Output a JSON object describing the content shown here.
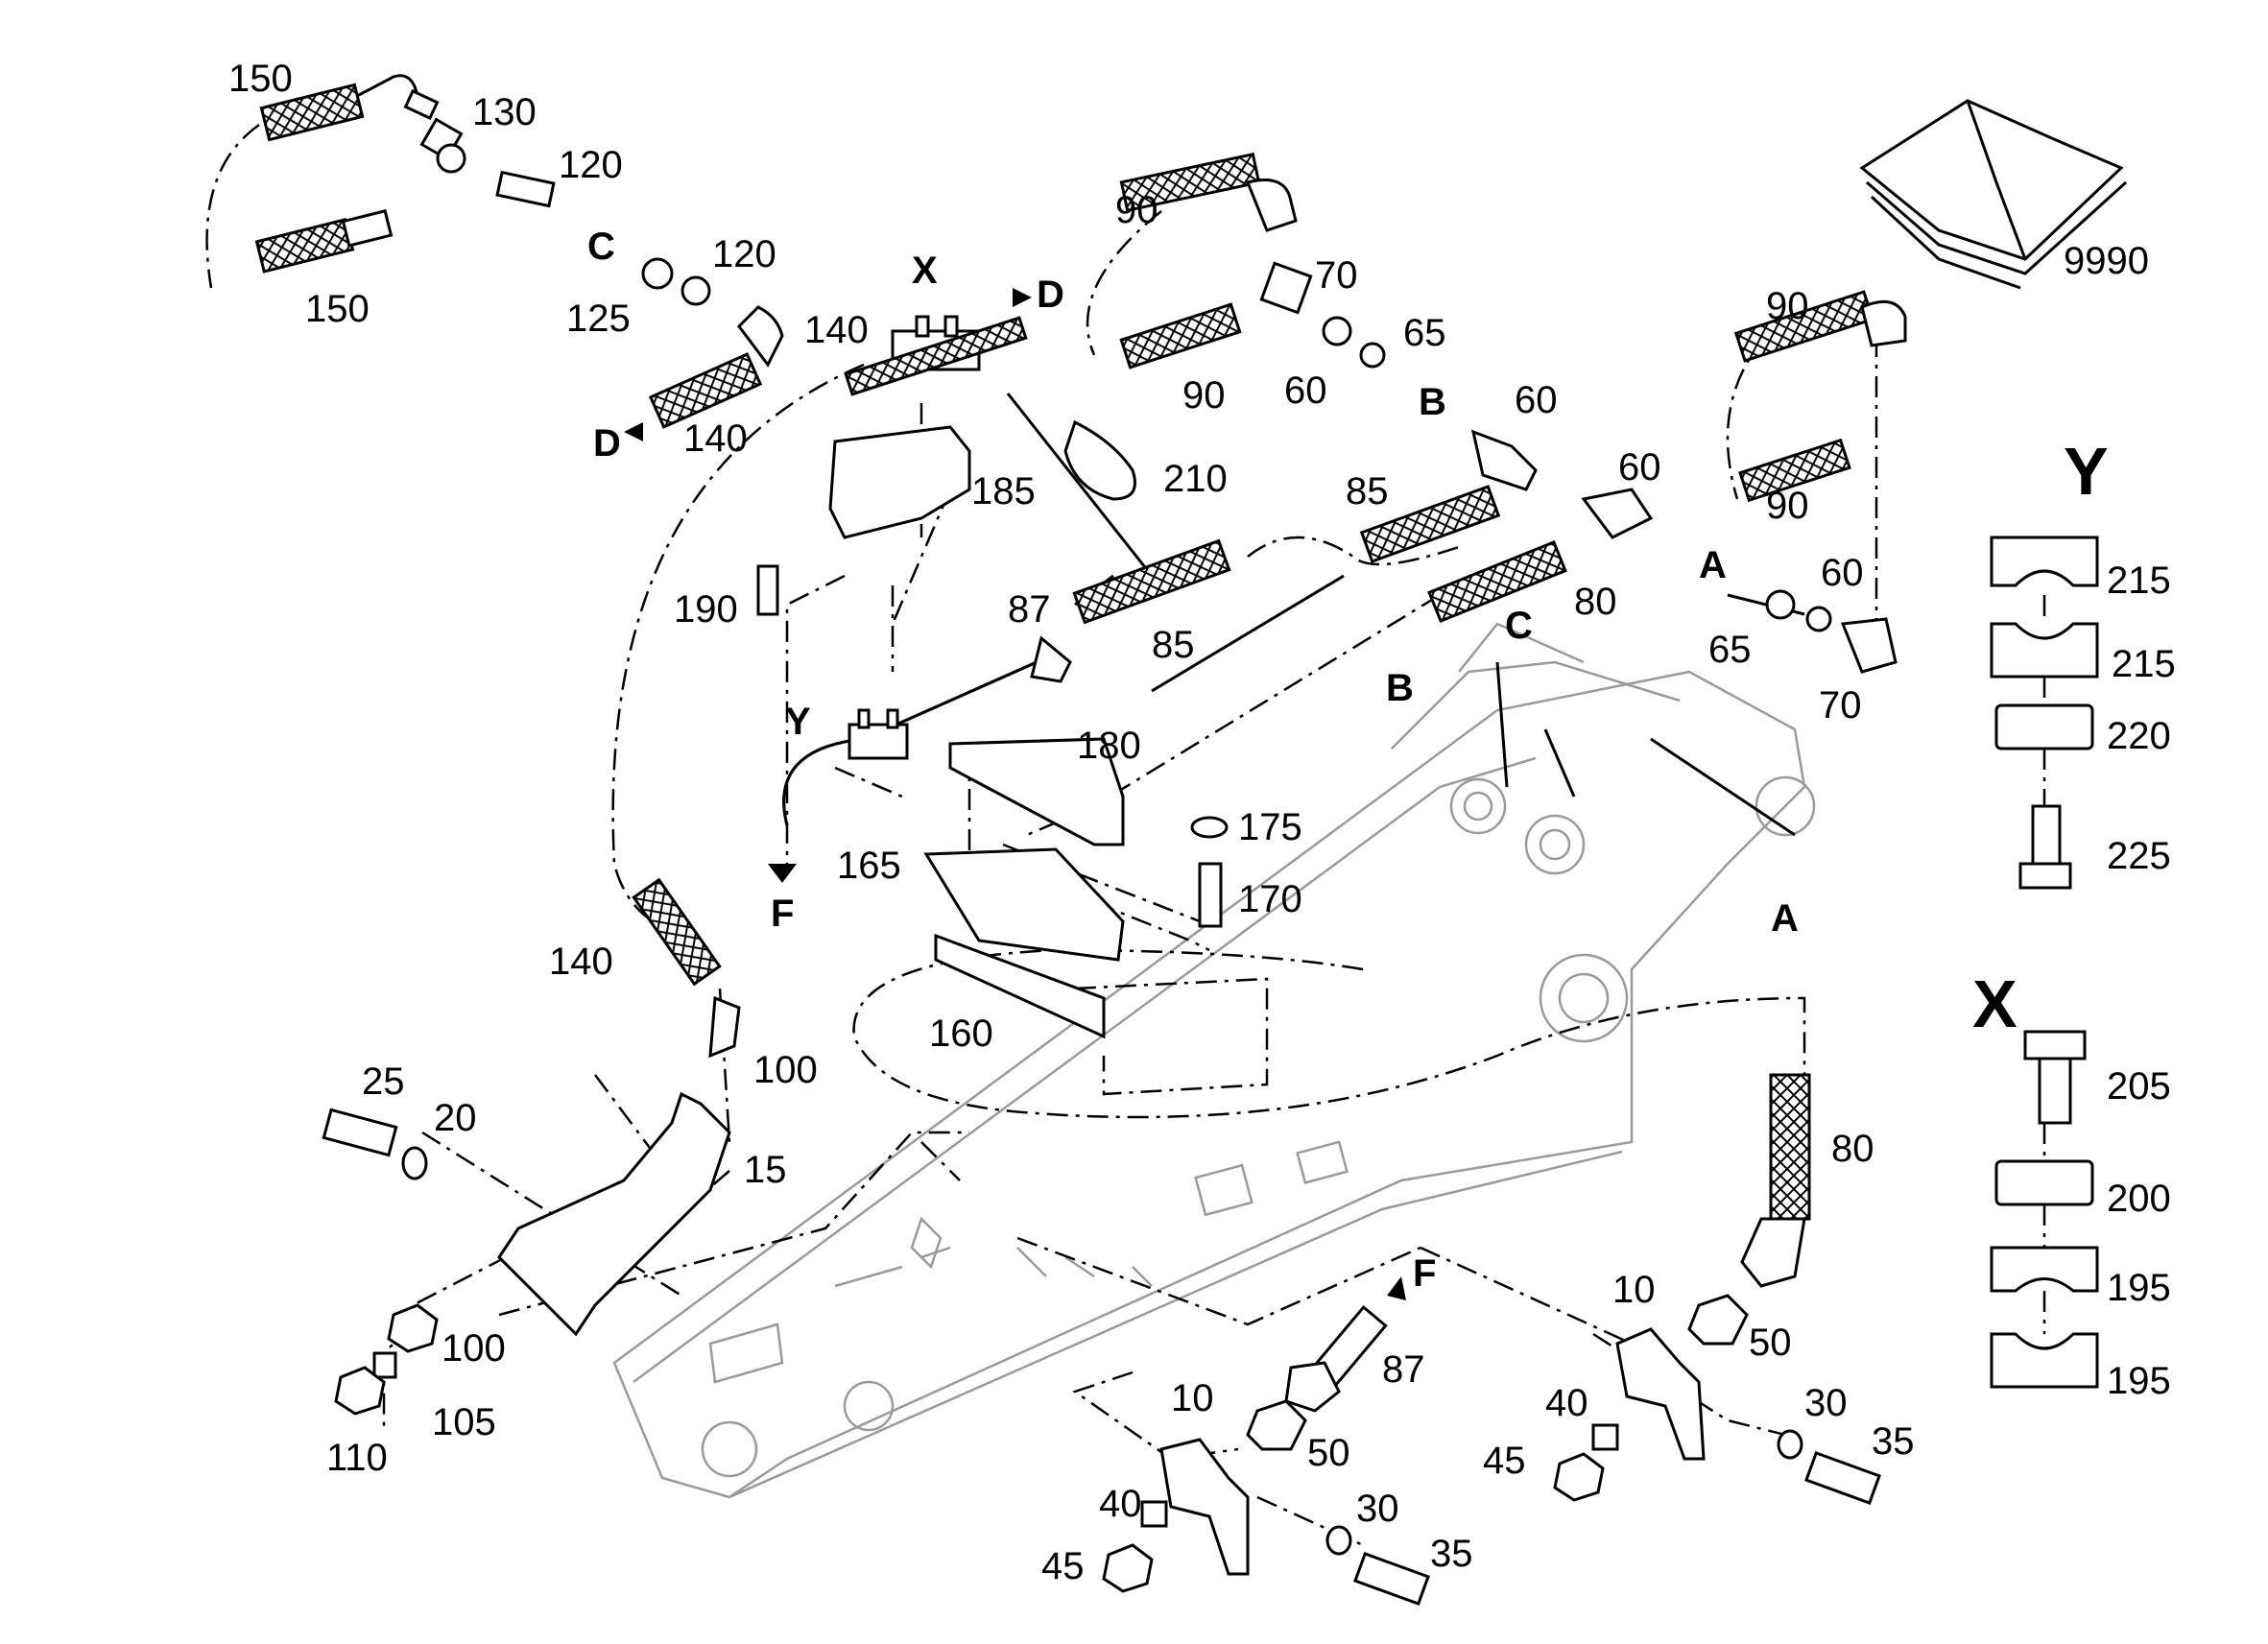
{
  "labels": {
    "l150a": "150",
    "l150b": "150",
    "l130": "130",
    "l120a": "120",
    "l120b": "120",
    "l125": "125",
    "lC1": "C",
    "l140a": "140",
    "l140b": "140",
    "lD1": "D",
    "lD2": "D",
    "lX1": "X",
    "l90a": "90",
    "l90b": "90",
    "l70a": "70",
    "l65a": "65",
    "l60a": "60",
    "lB1": "B",
    "l60b": "60",
    "l60c": "60",
    "l210": "210",
    "l185": "185",
    "l85a": "85",
    "l85b": "85",
    "l190": "190",
    "l87a": "87",
    "l80a": "80",
    "lA1": "A",
    "l65b": "65",
    "l60d": "60",
    "l70b": "70",
    "lC2": "C",
    "lB2": "B",
    "lA2": "A",
    "l90c": "90",
    "l90d": "90",
    "l9990": "9990",
    "lY1": "Y",
    "l180": "180",
    "lF1": "F",
    "l165": "165",
    "l175": "175",
    "l170": "170",
    "l160": "160",
    "l140c": "140",
    "l100a": "100",
    "l25": "25",
    "l20": "20",
    "l15": "15",
    "l100b": "100",
    "l105": "105",
    "l110": "110",
    "l80b": "80",
    "lF2": "F",
    "l87b": "87",
    "l10a": "10",
    "l50a": "50",
    "l40a": "40",
    "l45a": "45",
    "l30a": "30",
    "l35a": "35",
    "l10b": "10",
    "l50b": "50",
    "l40b": "40",
    "l45b": "45",
    "l30b": "30",
    "l35b": "35",
    "lYbig": "Y",
    "l215a": "215",
    "l215b": "215",
    "l220": "220",
    "l225": "225",
    "lXbig": "X",
    "l205": "205",
    "l200": "200",
    "l195a": "195",
    "l195b": "195"
  }
}
